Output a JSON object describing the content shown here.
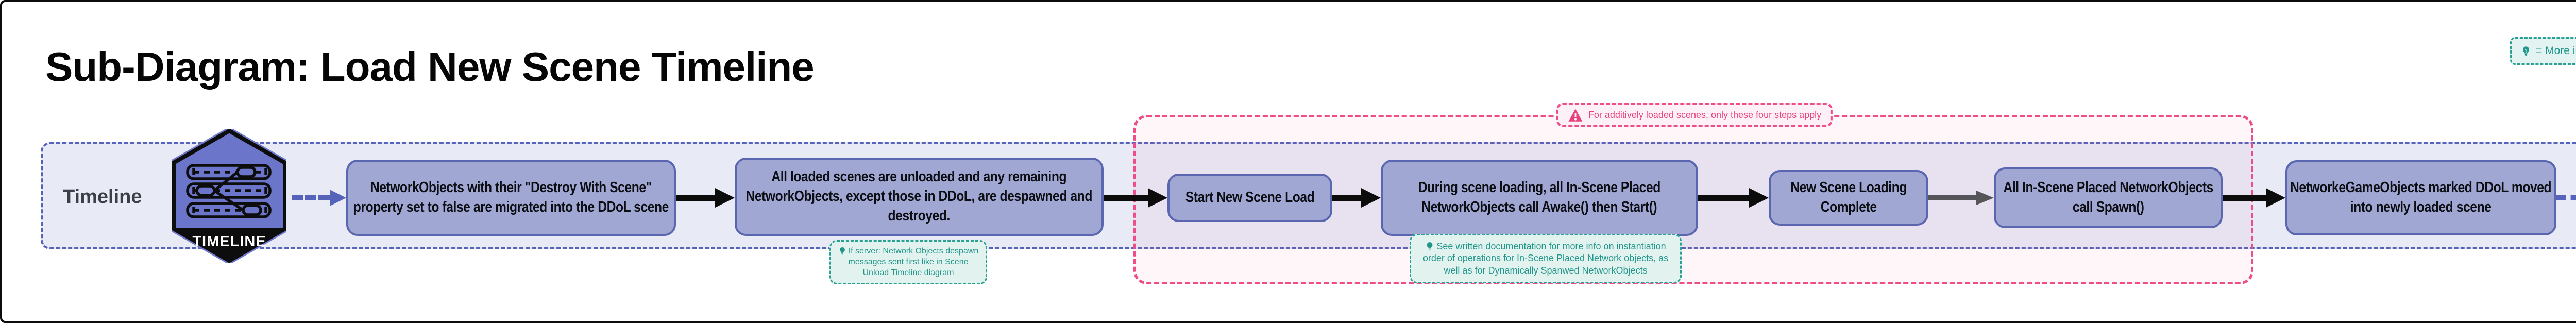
{
  "title": "Sub-Diagram: Load New Scene Timeline",
  "legend": {
    "more_info_label": "= More info",
    "icon": "lightbulb-icon"
  },
  "timeline": {
    "label": "Timeline",
    "hexagon_caption": "TIMELINE",
    "icon": "timeline-hexagon-icon"
  },
  "warning": {
    "icon": "warning-triangle-icon",
    "label": "For additively loaded scenes, only these four steps apply"
  },
  "nodes": [
    {
      "label": "NetworkObjects with their \"Destroy With Scene\" property set to false are migrated into the DDoL scene"
    },
    {
      "label": "All loaded scenes are unloaded and any remaining NetworkObjects, except those in DDoL, are despawned and destroyed."
    },
    {
      "label": "Start New Scene Load"
    },
    {
      "label": "During scene loading, all In-Scene Placed NetworkObjects call Awake() then Start()"
    },
    {
      "label": "New Scene Loading Complete"
    },
    {
      "label": "All In-Scene Placed NetworkObjects call Spawn()"
    },
    {
      "label": "NetworkeGameObjects marked DDoL moved into newly loaded scene"
    }
  ],
  "notes": [
    {
      "icon": "lightbulb-icon",
      "text": "If server: Network Objects despawn messages sent first like in Scene Unload Timeline diagram"
    },
    {
      "icon": "lightbulb-icon",
      "text": "See written documentation for more info on instantiation order of operations for In-Scene Placed Network objects, as well as for Dynamically Spanwed NetworkObjects"
    }
  ],
  "connectors": [
    {
      "from": "timeline-hexagon",
      "to": "node-1",
      "style": "dashed-indigo"
    },
    {
      "from": "node-1",
      "to": "node-2",
      "style": "solid-black"
    },
    {
      "from": "node-2",
      "to": "node-3",
      "style": "solid-black"
    },
    {
      "from": "node-3",
      "to": "node-4",
      "style": "solid-black"
    },
    {
      "from": "node-4",
      "to": "node-5",
      "style": "solid-black"
    },
    {
      "from": "node-5",
      "to": "node-6",
      "style": "solid-gray"
    },
    {
      "from": "node-6",
      "to": "node-7",
      "style": "solid-black"
    },
    {
      "from": "node-7",
      "to": "band-end",
      "style": "dashed-indigo"
    }
  ],
  "colors": {
    "accent_indigo": "#5663bb",
    "band_bg": "#e8eaf6",
    "node_fill": "#a0a7d3",
    "node_border": "#5b66b0",
    "teal": "#23968b",
    "teal_bg": "#e1f2ef",
    "pink": "#ee4d88",
    "pink_text": "#e8417c",
    "hexagon_fill": "#6b75c9"
  }
}
